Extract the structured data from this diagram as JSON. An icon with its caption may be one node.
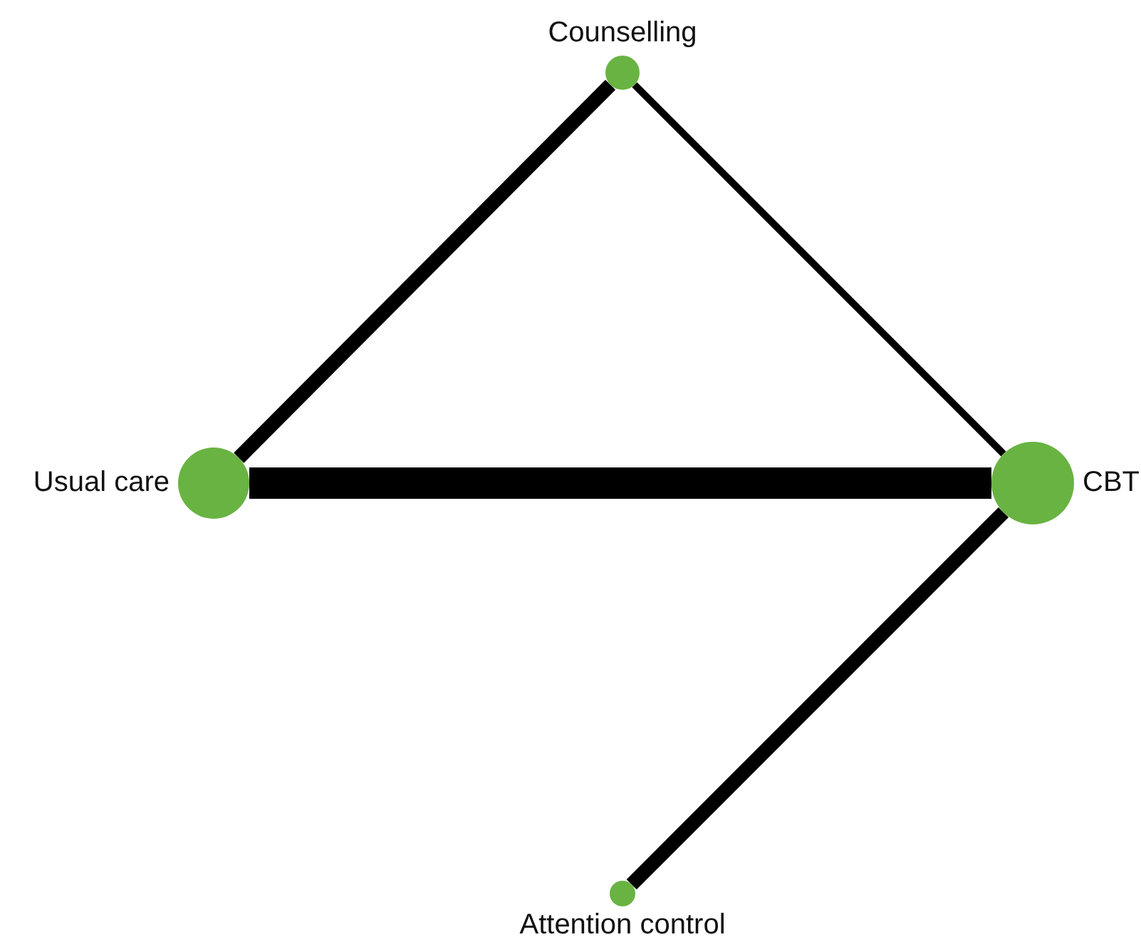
{
  "diagram": {
    "nodes": [
      {
        "text": [
          "Counselling"
        ]
      },
      {
        "text": [
          "Usual care"
        ]
      },
      {
        "text": [
          "CBT"
        ]
      },
      {
        "text": [
          "Attention control"
        ]
      }
    ],
    "edges": [
      {
        "from": 1,
        "to": 0,
        "arrow": "none"
      },
      {
        "from": 0,
        "to": 2,
        "arrow": "none"
      },
      {
        "from": 1,
        "to": 2,
        "arrow": "none",
        "style": "thick"
      },
      {
        "from": 2,
        "to": 3,
        "arrow": "none"
      }
    ]
  }
}
